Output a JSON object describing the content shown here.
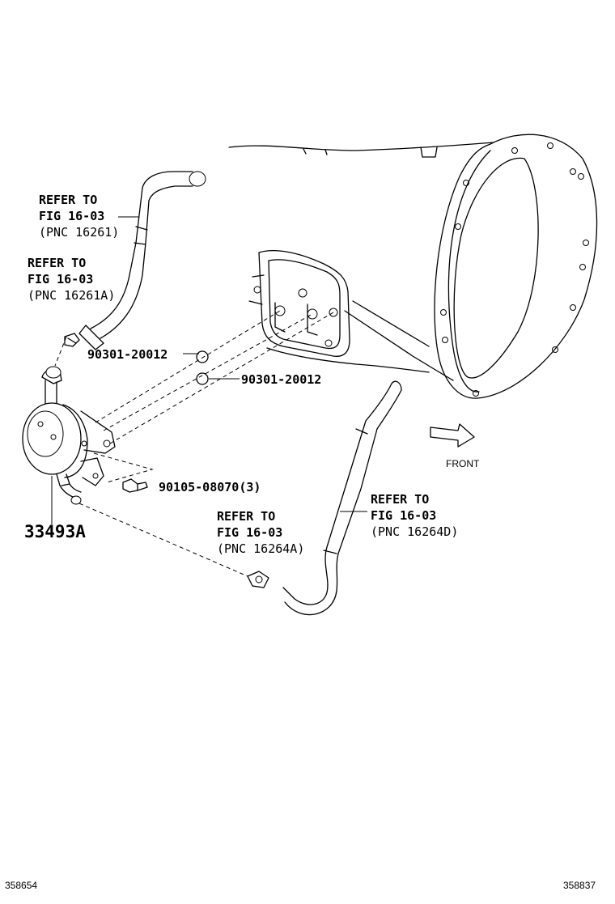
{
  "labels": {
    "refer_1": {
      "line1": "REFER TO",
      "line2": "FIG 16-03",
      "line3": "(PNC 16261)"
    },
    "refer_2": {
      "line1": "REFER TO",
      "line2": "FIG 16-03",
      "line3": "(PNC 16261A)"
    },
    "refer_3": {
      "line1": "REFER TO",
      "line2": "FIG 16-03",
      "line3": "(PNC 16264D)"
    },
    "refer_4": {
      "line1": "REFER TO",
      "line2": "FIG 16-03",
      "line3": "(PNC 16264A)"
    },
    "part_oring_upper": "90301-20012",
    "part_oring_lower": "90301-20012",
    "part_bolt": "90105-08070(3)",
    "part_cooler": "33493A",
    "front": "FRONT"
  },
  "footer": {
    "left_code": "358654",
    "right_code": "358837"
  }
}
